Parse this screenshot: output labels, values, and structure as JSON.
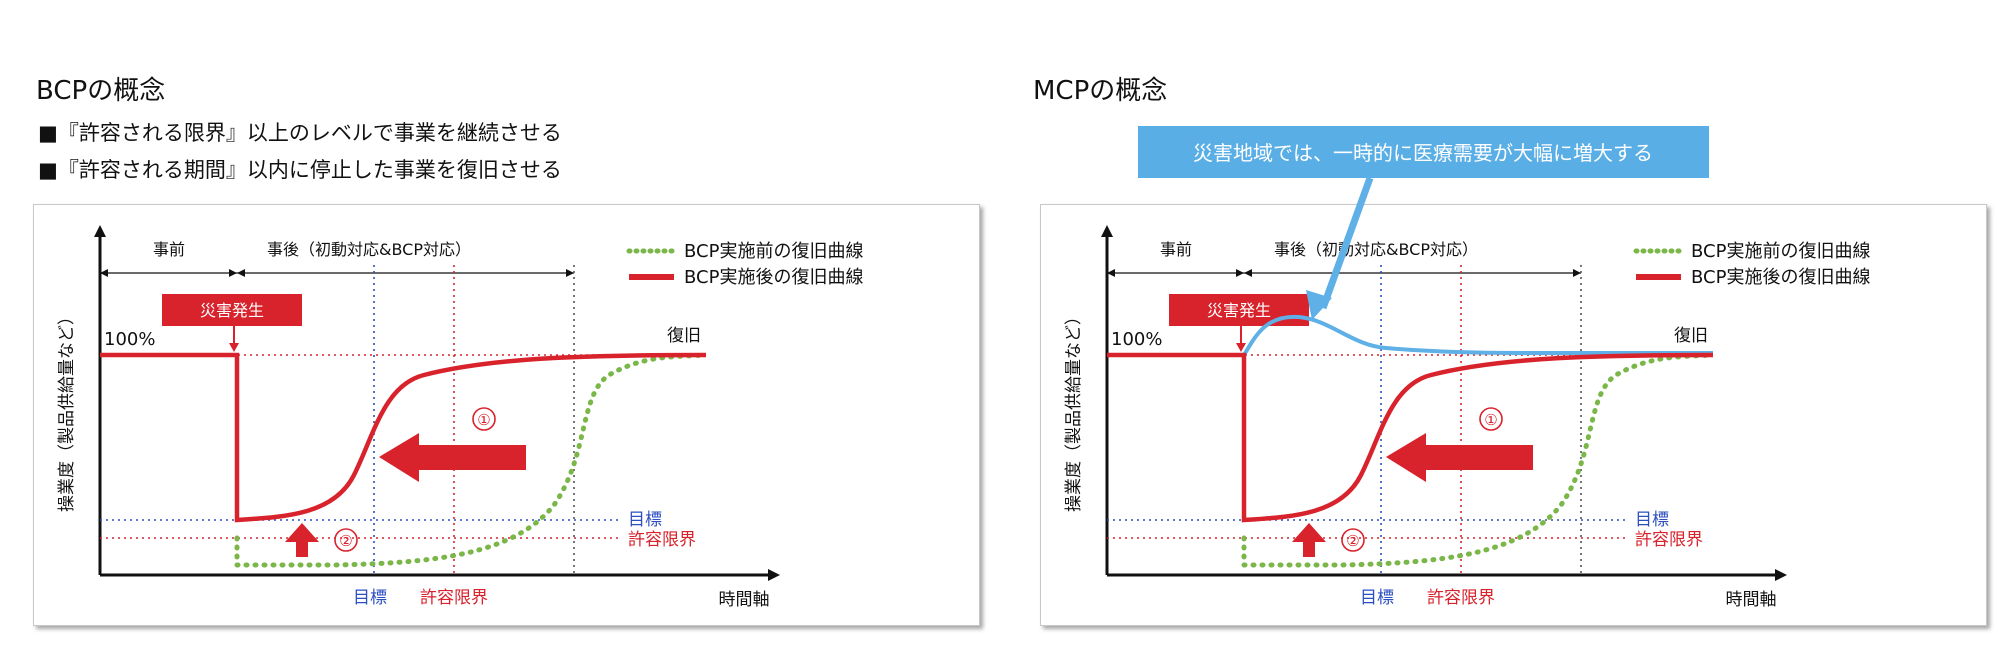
{
  "colors": {
    "red": "#d8222c",
    "green": "#7ab648",
    "blue": "#2c4fbf",
    "mcp_blue": "#5fb0e6",
    "callout_bg": "#5aaee6",
    "black": "#111111"
  },
  "left": {
    "title": "BCPの概念",
    "bullet1": "■『許容される限界』以上のレベルで事業を継続させる",
    "bullet2": "■『許容される期間』以内に停止した事業を復旧させる"
  },
  "right": {
    "title": "MCPの概念",
    "callout": "災害地域では、一時的に医療需要が大幅に増大する"
  },
  "chart": {
    "phase_before": "事前",
    "phase_after": "事後（初動対応&BCP対応）",
    "legend_before": "BCP実施前の復旧曲線",
    "legend_after": "BCP実施後の復旧曲線",
    "disaster_label": "災害発生",
    "level_100": "100%",
    "recovery": "復旧",
    "target": "目標",
    "tolerance": "許容限界",
    "y_axis": "操業度（製品供給量など）",
    "x_axis": "時間軸",
    "marker1": "①",
    "marker2": "②"
  }
}
